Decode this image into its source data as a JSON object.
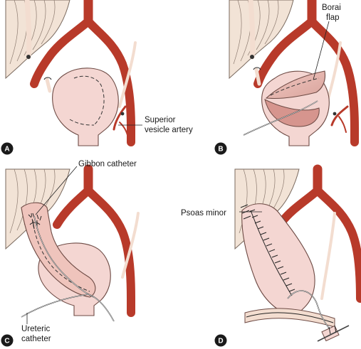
{
  "panels": {
    "a": {
      "letter": "A",
      "label_lines": [
        "Superior",
        "vesicle artery"
      ]
    },
    "b": {
      "letter": "B",
      "label_lines": [
        "Borai",
        "flap"
      ]
    },
    "c": {
      "letter": "C",
      "label_top": "Gibbon catheter",
      "label_bottom_lines": [
        "Ureteric",
        "catheter"
      ]
    },
    "d": {
      "letter": "D",
      "label": "Psoas minor"
    }
  },
  "colors": {
    "vessel": "#b83a2a",
    "bladder": "#f4d6d2",
    "muscle": "#f2e3d6",
    "panel_badge": "#1a1a1a"
  }
}
